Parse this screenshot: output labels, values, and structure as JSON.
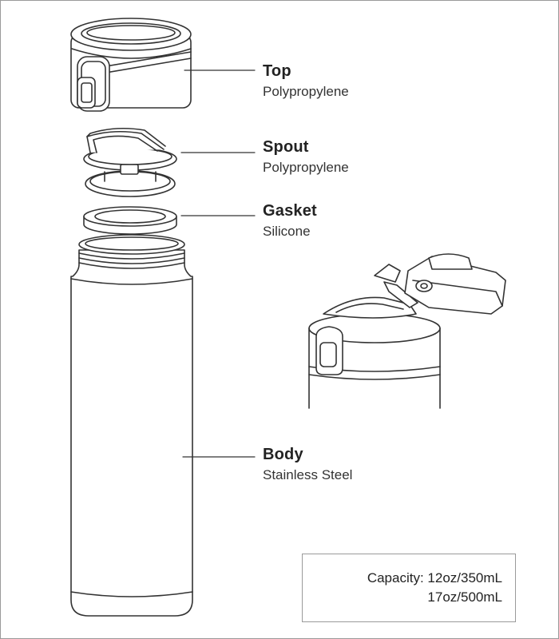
{
  "components": [
    {
      "name": "Top",
      "material": "Polypropylene"
    },
    {
      "name": "Spout",
      "material": "Polypropylene"
    },
    {
      "name": "Gasket",
      "material": "Silicone"
    },
    {
      "name": "Body",
      "material": "Stainless Steel"
    }
  ],
  "capacity": {
    "label": "Capacity:",
    "line1_value": "12oz/350mL",
    "line2_value": "17oz/500mL"
  },
  "colors": {
    "line": "#333333",
    "border": "#9a9a9a"
  }
}
